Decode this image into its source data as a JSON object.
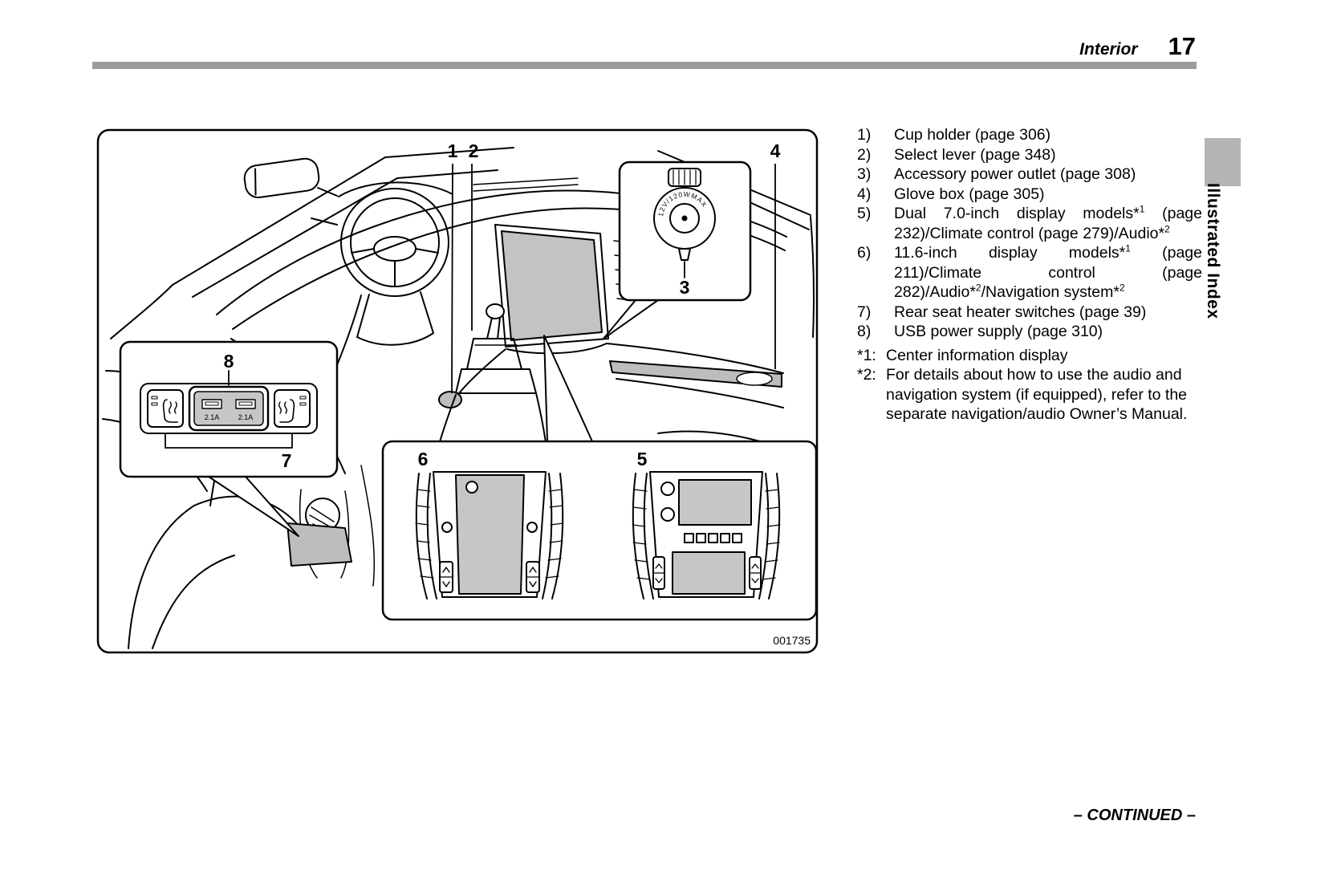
{
  "header": {
    "section": "Interior",
    "page_number": "17"
  },
  "side": {
    "tab_label": "Illustrated Index"
  },
  "figure": {
    "code": "001735",
    "callouts": [
      "1",
      "2",
      "3",
      "4",
      "5",
      "6",
      "7",
      "8"
    ],
    "outlet_label": "12V/120WMAX",
    "usb_labels": [
      "2.1A",
      "2.1A"
    ]
  },
  "legend": {
    "items": [
      {
        "num": "1)",
        "parts": [
          {
            "t": "Cup holder (page 306)"
          }
        ]
      },
      {
        "num": "2)",
        "parts": [
          {
            "t": "Select lever (page 348)"
          }
        ]
      },
      {
        "num": "3)",
        "parts": [
          {
            "t": "Accessory power outlet (page 308)"
          }
        ]
      },
      {
        "num": "4)",
        "parts": [
          {
            "t": "Glove box (page 305)"
          }
        ]
      },
      {
        "num": "5)",
        "parts": [
          {
            "t": "Dual 7.0-inch display models*"
          },
          {
            "t": "1",
            "sup": true
          },
          {
            "t": " (page 232)/Climate control (page 279)/Audio*"
          },
          {
            "t": "2",
            "sup": true
          }
        ]
      },
      {
        "num": "6)",
        "parts": [
          {
            "t": "11.6-inch display models*"
          },
          {
            "t": "1",
            "sup": true
          },
          {
            "t": " (page 211)/Climate control (page 282)/Audio*"
          },
          {
            "t": "2",
            "sup": true
          },
          {
            "t": "/Navigation system*"
          },
          {
            "t": "2",
            "sup": true
          }
        ]
      },
      {
        "num": "7)",
        "parts": [
          {
            "t": "Rear seat heater switches (page 39)"
          }
        ]
      },
      {
        "num": "8)",
        "parts": [
          {
            "t": "USB power supply (page 310)"
          }
        ]
      }
    ],
    "footnotes": [
      {
        "num": "*1:",
        "parts": [
          {
            "t": "Center information display"
          }
        ]
      },
      {
        "num": "*2:",
        "parts": [
          {
            "t": "For details about how to use the audio and navigation system (if equipped), refer to the separate navigation/audio Owner’s Manual."
          }
        ]
      }
    ]
  },
  "footer": {
    "continued": "– CONTINUED –"
  }
}
